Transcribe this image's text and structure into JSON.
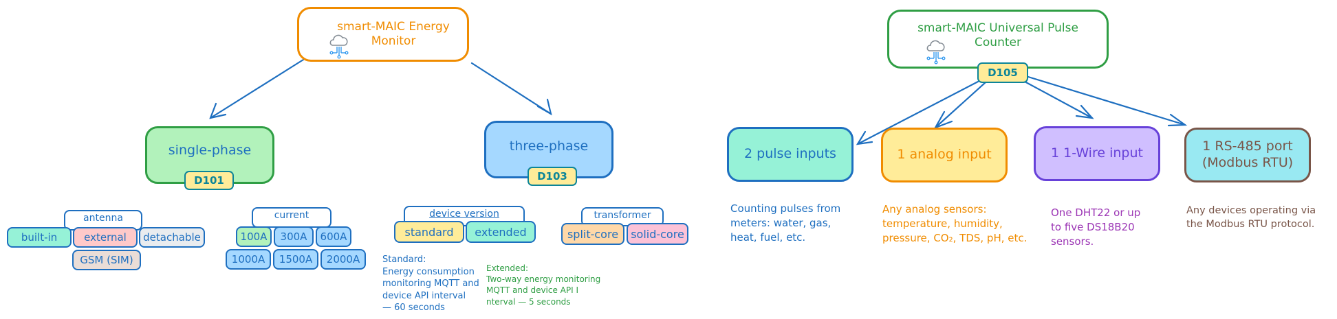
{
  "colors": {
    "arrow": "#1e6fc0",
    "energy_title": "#f08c00",
    "pulse_title": "#2f9e44",
    "badge_fill": "#ffec99",
    "badge_stroke": "#0c8599"
  },
  "energy_monitor": {
    "title": "smart-MAIC Energy Monitor",
    "icon": "cloud-network-icon",
    "single_phase": {
      "label": "single-phase",
      "model": "D101",
      "antenna": {
        "label": "antenna",
        "options": [
          "built-in",
          "external",
          "detachable",
          "GSM (SIM)"
        ]
      },
      "current": {
        "label": "current",
        "options": [
          "100A",
          "300A",
          "600A",
          "1000A",
          "1500A",
          "2000A"
        ]
      }
    },
    "three_phase": {
      "label": "three-phase",
      "model": "D103",
      "device_version": {
        "label": "device version",
        "options": [
          "standard",
          "extended"
        ]
      },
      "transformer": {
        "label": "transformer",
        "options": [
          "split-core",
          "solid-core"
        ]
      },
      "notes": {
        "standard": "Standard:\nEnergy consumption\nmonitoring MQTT and\ndevice API interval\n — 60 seconds",
        "extended": "Extended:\nTwo-way energy monitoring\nMQTT and device API I\nnterval — 5 seconds"
      }
    }
  },
  "pulse_counter": {
    "title": "smart-MAIC Universal Pulse Counter",
    "icon": "cloud-network-icon",
    "model": "D105",
    "inputs": [
      {
        "label": "2 pulse inputs",
        "note": "Counting pulses from\nmeters: water, gas,\nheat, fuel, etc."
      },
      {
        "label": "1 analog input",
        "note": "Any analog sensors:\ntemperature, humidity,\npressure, CO₂, TDS, pH, etc."
      },
      {
        "label": "1 1-Wire input",
        "note": "One DHT22 or up\nto five DS18B20\nsensors."
      },
      {
        "label": "1 RS-485 port\n(Modbus RTU)",
        "note": "Any devices operating via\nthe Modbus RTU protocol."
      }
    ]
  }
}
